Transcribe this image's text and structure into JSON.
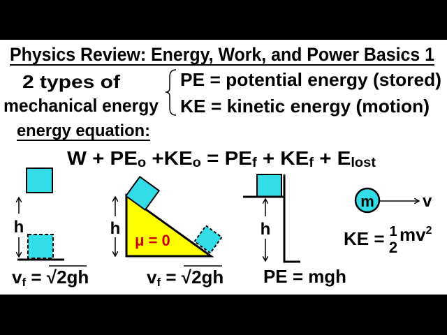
{
  "title": "Physics Review: Energy, Work, and Power Basics 1",
  "types": {
    "label_line1": "2 types of",
    "label_line2": "mechanical energy",
    "pe_def": "PE = potential energy (stored)",
    "ke_def": "KE = kinetic energy (motion)"
  },
  "equation": {
    "heading": "energy equation:",
    "parts": [
      "W + PE",
      "o",
      " +KE",
      "o",
      " = PE",
      "f",
      " + KE",
      "f",
      " + E",
      "lost"
    ]
  },
  "diagrams": {
    "freefall": {
      "h": "h",
      "vf": "v",
      "vf_sub": "f",
      "vf_eq": " = ",
      "sqrt": "√",
      "radicand": "2gh"
    },
    "incline": {
      "h": "h",
      "mu": "μ = 0",
      "vf": "v",
      "vf_sub": "f",
      "vf_eq": " = ",
      "sqrt": "√",
      "radicand": "2gh"
    },
    "ledge": {
      "h": "h",
      "formula": "PE = mgh"
    },
    "moving_mass": {
      "mass": "m",
      "velocity": "v",
      "ke_prefix": "KE = ",
      "num": "1",
      "den": "2",
      "mv": "mv",
      "exp": "2"
    }
  },
  "colors": {
    "block": "#33dde8",
    "incline": "#ffff00",
    "mu": "#cc0000"
  }
}
